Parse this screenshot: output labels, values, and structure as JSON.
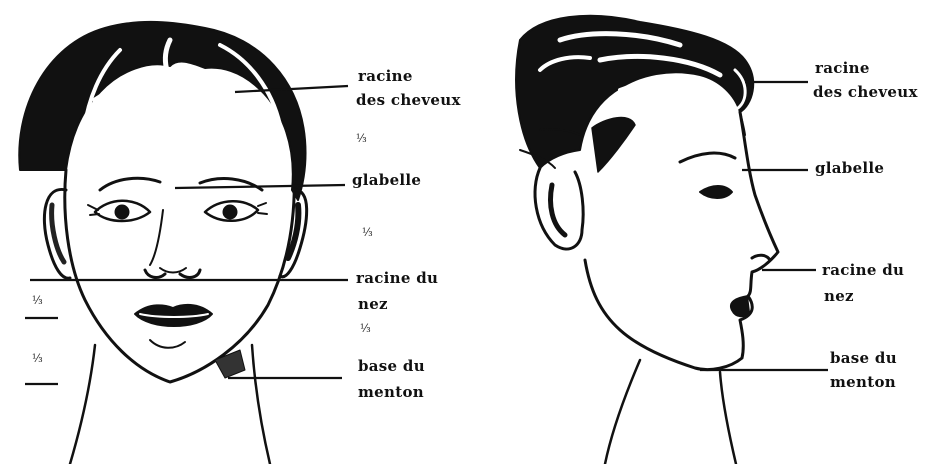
{
  "front_view": {
    "labels": {
      "hairline_1": "racine",
      "hairline_2": "des cheveux",
      "glabella": "glabelle",
      "nose_root_1": "racine du",
      "nose_root_2": "nez",
      "chin_base_1": "base du",
      "chin_base_2": "menton"
    },
    "fractions": {
      "upper_third": "⅓",
      "middle_third": "⅓",
      "lower_third": "⅓",
      "left_upper": "⅓",
      "left_lower": "⅓"
    }
  },
  "profile_view": {
    "labels": {
      "hairline_1": "racine",
      "hairline_2": "des cheveux",
      "glabella": "glabelle",
      "nose_root_1": "racine du",
      "nose_root_2": "nez",
      "chin_base_1": "base du",
      "chin_base_2": "menton"
    }
  }
}
